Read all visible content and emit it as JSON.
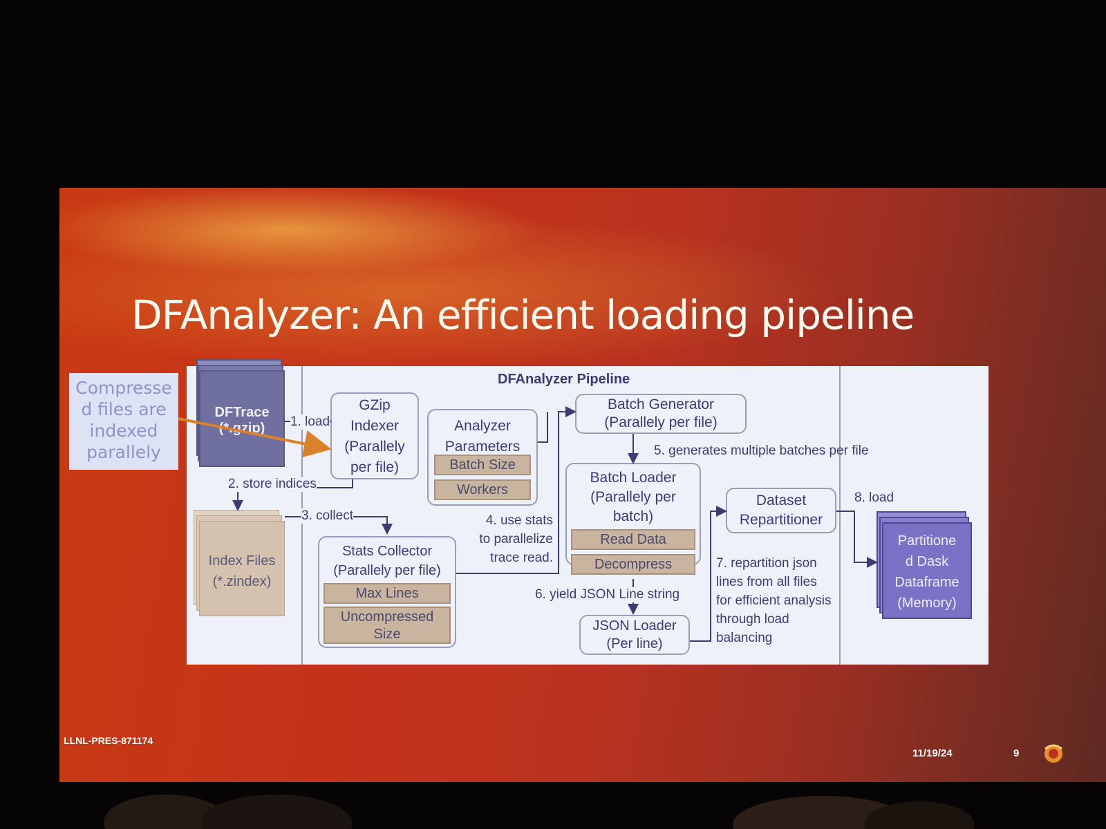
{
  "slide": {
    "title": "DFAnalyzer: An efficient loading pipeline",
    "callout": [
      "Compresse",
      "d files are",
      "indexed",
      "parallely"
    ],
    "footer_id": "LLNL-PRES-871174",
    "footer_date": "11/19/24",
    "page_number": "9"
  },
  "diagram": {
    "title": "DFAnalyzer Pipeline",
    "dftrace": [
      "DFTrace",
      "(*.gzip)"
    ],
    "index_files": [
      "Index Files",
      "(*.zindex)"
    ],
    "gzip_indexer": [
      "GZip",
      "Indexer",
      "(Parallely",
      "per file)"
    ],
    "analyzer_params": {
      "title": [
        "Analyzer",
        "Parameters"
      ],
      "items": [
        "Batch Size",
        "Workers"
      ]
    },
    "stats_collector": {
      "title": [
        "Stats Collector",
        "(Parallely per file)"
      ],
      "items": [
        "Max Lines",
        "Uncompressed",
        "Size"
      ]
    },
    "batch_generator": [
      "Batch Generator",
      "(Parallely per file)"
    ],
    "batch_loader": {
      "title": [
        "Batch Loader",
        "(Parallely per",
        "batch)"
      ],
      "items": [
        "Read Data",
        "Decompress"
      ]
    },
    "json_loader": [
      "JSON Loader",
      "(Per line)"
    ],
    "dataset_repartitioner": [
      "Dataset",
      "Repartitioner"
    ],
    "dask_dataframe": [
      "Partitione",
      "d Dask",
      "Dataframe",
      "(Memory)"
    ],
    "steps": {
      "s1": "1. load",
      "s2": "2. store indices",
      "s3": "3. collect",
      "s4": [
        "4. use stats",
        "to parallelize",
        "trace read."
      ],
      "s5": "5. generates multiple batches per file",
      "s6": "6. yield JSON Line string",
      "s7": [
        "7. repartition json",
        "lines from all files",
        "for efficient analysis",
        "through load",
        "balancing"
      ],
      "s8": "8. load"
    }
  },
  "colors": {
    "diagram_bg": "#eef0fa",
    "box_text": "#3a3c7a",
    "trace_stack": "#6f6fa0",
    "dask_stack": "#7b72c8",
    "index_stack": "#d4c1ae",
    "param_fill": "#c9b4a0",
    "callout_arrow": "#d9822b"
  }
}
